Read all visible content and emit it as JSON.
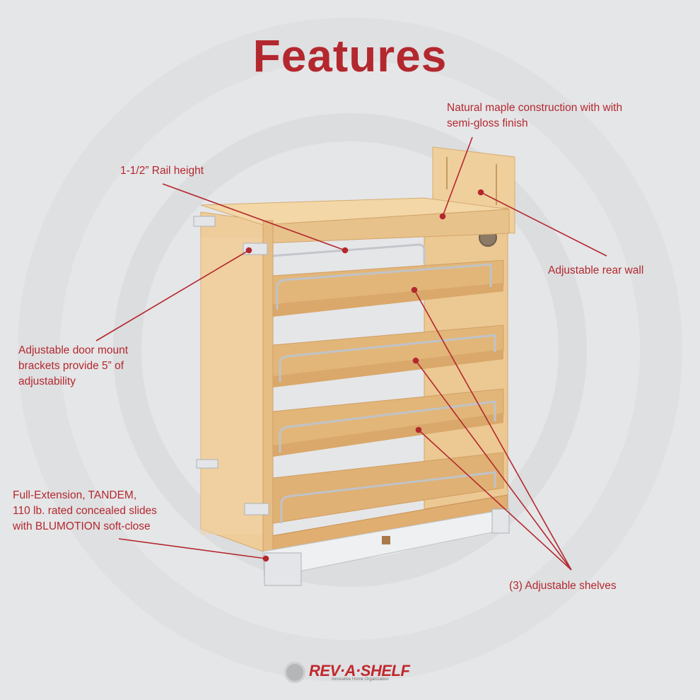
{
  "title": "Features",
  "callouts": {
    "maple": {
      "lines": [
        "Natural maple construction with with",
        "semi-gloss finish"
      ]
    },
    "rail": {
      "lines": [
        "1-1/2” Rail height"
      ]
    },
    "rear_wall": {
      "lines": [
        "Adjustable rear wall"
      ]
    },
    "door_mount": {
      "lines": [
        "Adjustable door mount",
        "brackets provide 5” of",
        "adjustability"
      ]
    },
    "slides": {
      "lines": [
        "Full-Extension, TANDEM,",
        "110 lb. rated concealed slides",
        "with BLUMOTION soft-close"
      ]
    },
    "shelves": {
      "lines": [
        "(3) Adjustable shelves"
      ]
    }
  },
  "logo": {
    "brand": "REV·A·SHELF",
    "tagline": "Innovative Home Organization"
  },
  "colors": {
    "accent": "#b3282e",
    "background": "#e5e6e8",
    "wood": "#e9c48f",
    "wood_dark": "#d9a86a",
    "chrome": "#c9ccd0"
  }
}
